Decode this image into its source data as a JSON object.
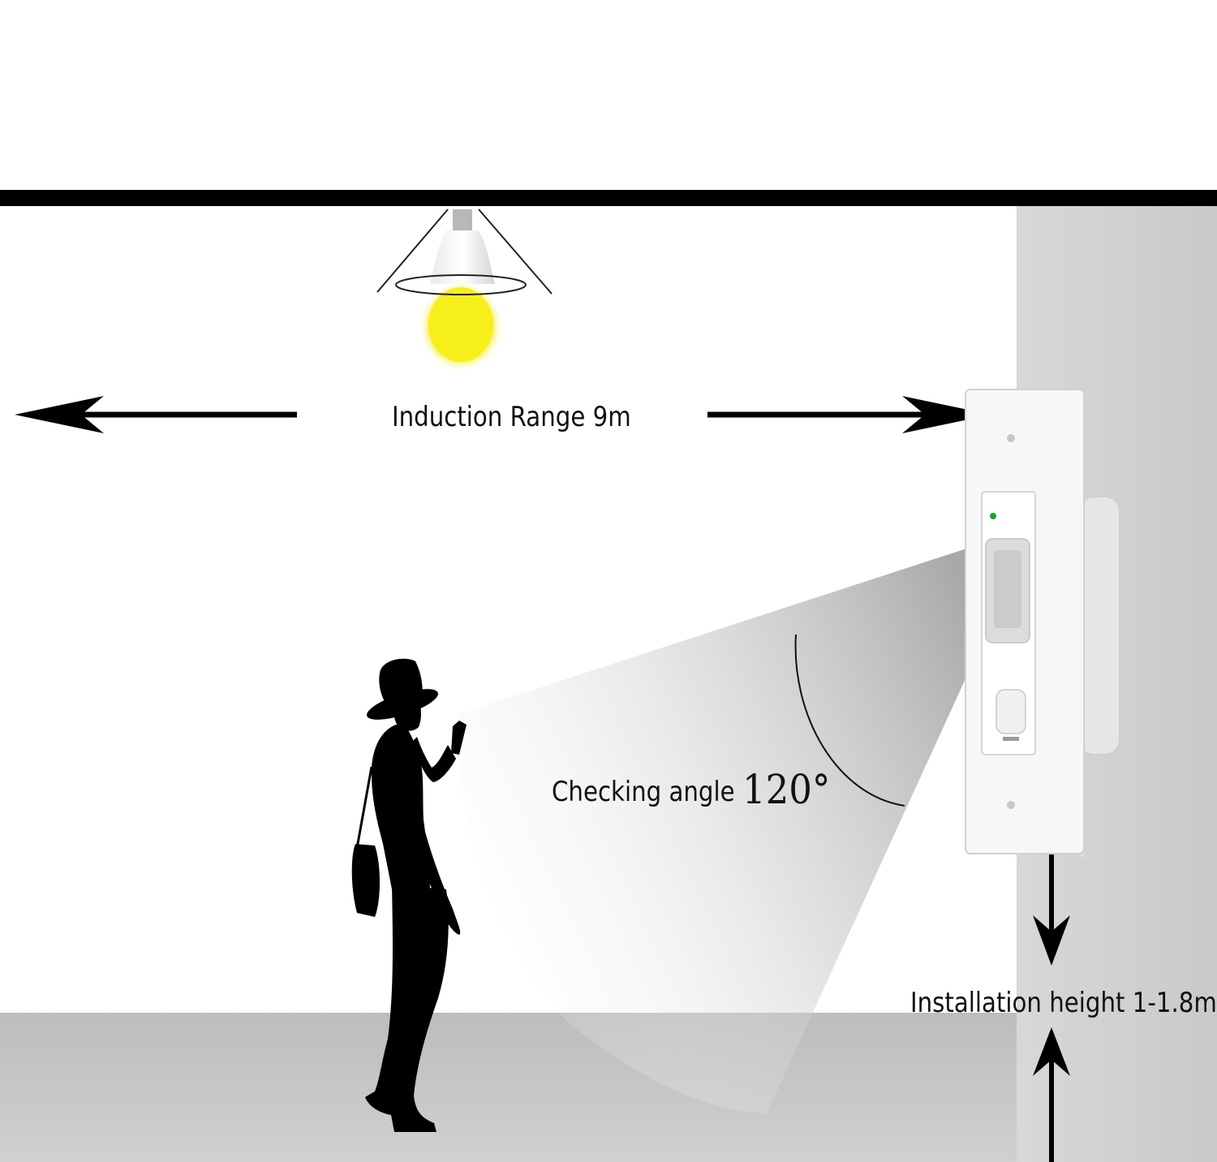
{
  "labels": {
    "induction_range": "Induction Range 9m",
    "checking_angle": "Checking angle",
    "angle_value": "120°",
    "installation_height": "Installation height 1-1.8m"
  },
  "colors": {
    "ceiling": "#000000",
    "wall_panel": "#cfcfcf",
    "floor": "#c4c4c4",
    "bulb_glow": "#f7ef1a",
    "silhouette": "#000000",
    "indicator_led": "#1fa12f"
  },
  "icons": {
    "bulb": "light-bulb-icon",
    "person": "person-silhouette",
    "sensor": "motion-sensor-switch"
  }
}
